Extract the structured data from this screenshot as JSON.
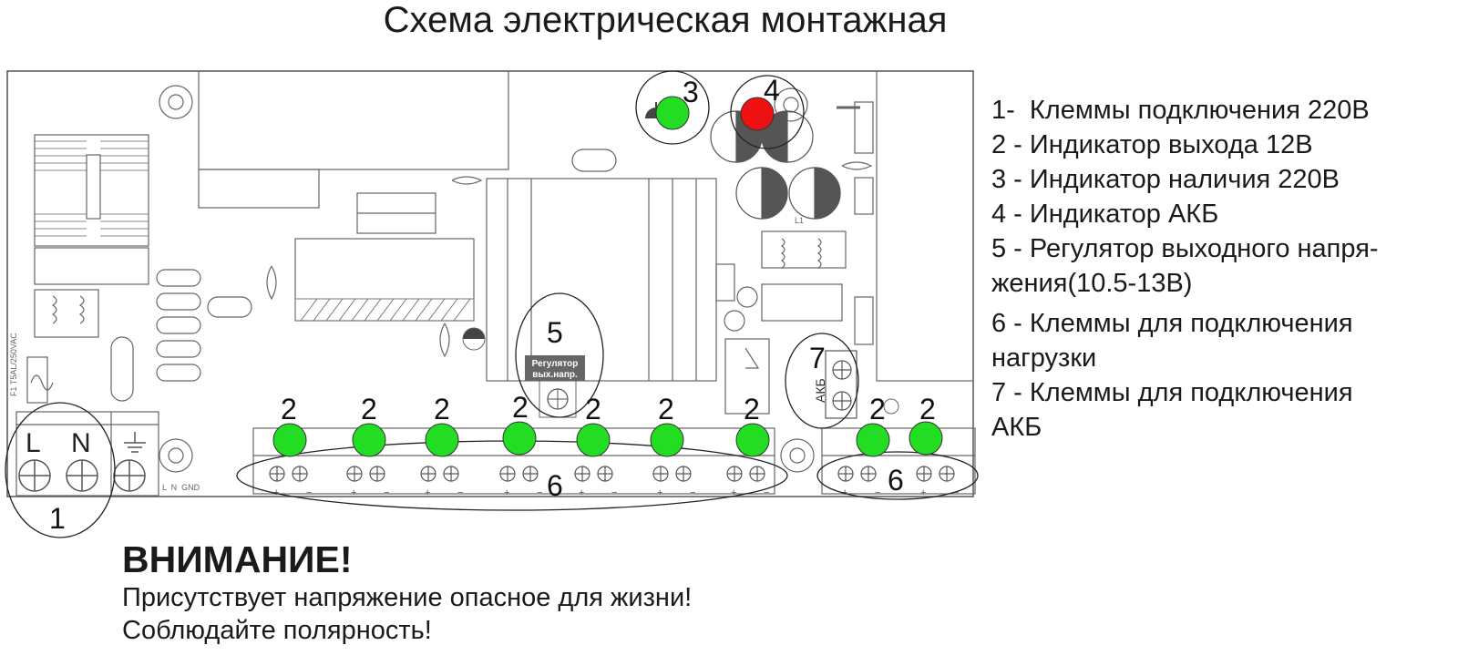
{
  "title": "Схема электрическая монтажная",
  "legend": {
    "item1": "1-  Клеммы подключения 220В",
    "item2": "2 - Индикатор выхода 12В",
    "item3": "3 - Индикатор наличия 220В",
    "item4": "4 - Индикатор АКБ",
    "item5_line1": "5 - Регулятор выходного напря-",
    "item5_line2": "жения(10.5-13В)",
    "item6_line1": "6 - Клеммы для подключения",
    "item6_line2": "нагрузки",
    "item7_line1": "7 - Клеммы для подключения",
    "item7_line2": "АКБ"
  },
  "warning": {
    "heading": "ВНИМАНИЕ!",
    "line1": "Присутствует напряжение опасное для жизни!",
    "line2": "Соблюдайте полярность!"
  },
  "board": {
    "callouts": {
      "c1": "1",
      "c2": "2",
      "c3": "3",
      "c4": "4",
      "c5": "5",
      "c6": "6",
      "c7": "7"
    },
    "terminal_labels": {
      "L": "L",
      "N": "N"
    },
    "silkscreen": {
      "fuse": "F1  T5AL/250VAC",
      "lngnd": "L  N  GND",
      "akb": "АКБ",
      "regulator_line1": "Регулятор",
      "regulator_line2": "вых.напр.",
      "inductor": "L1",
      "plus": "+",
      "minus": "−"
    },
    "colors": {
      "led_green": "#22dd22",
      "led_red": "#ee1111",
      "outline": "#555555",
      "label_box": "#666666"
    }
  }
}
